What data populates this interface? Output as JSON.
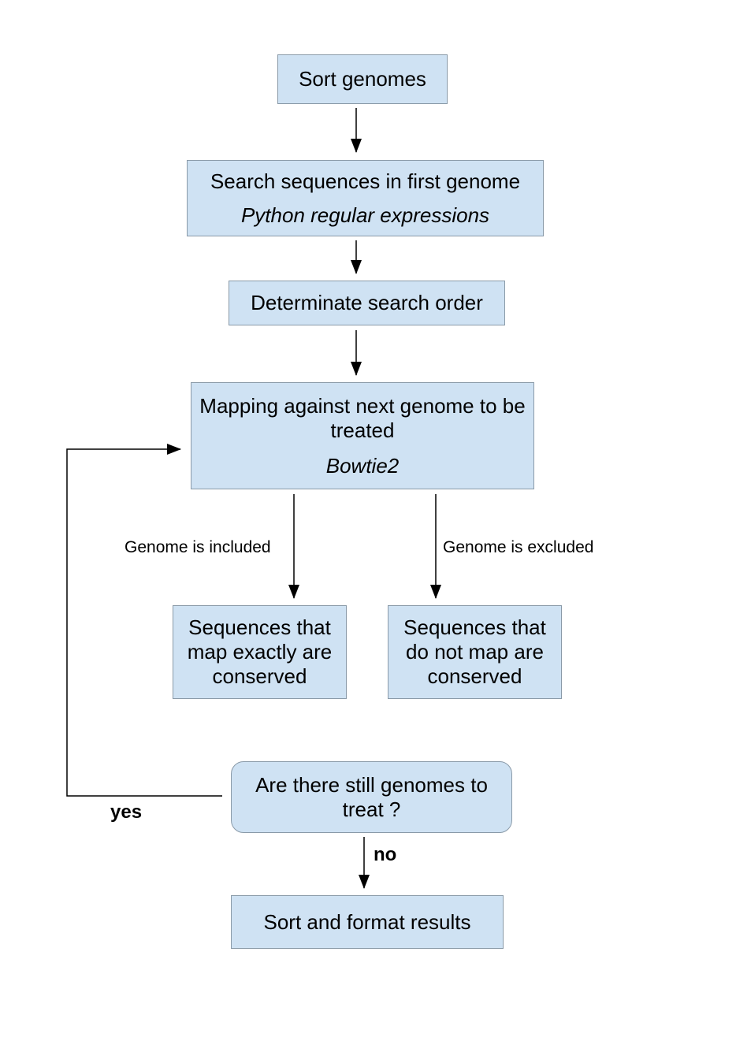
{
  "nodes": {
    "sort_genomes": {
      "title": "Sort genomes"
    },
    "search_sequences": {
      "title": "Search sequences in first genome",
      "subtitle": "Python regular expressions"
    },
    "determinate_order": {
      "title": "Determinate search order"
    },
    "mapping": {
      "title": "Mapping against next genome to be treated",
      "subtitle": "Bowtie2"
    },
    "included_result": {
      "title": "Sequences that map exactly are conserved"
    },
    "excluded_result": {
      "title": "Sequences that do not map are conserved"
    },
    "decision": {
      "title": "Are there still genomes to treat ?"
    },
    "sort_format": {
      "title": "Sort and format results"
    }
  },
  "edges": {
    "included_label": "Genome is included",
    "excluded_label": "Genome is excluded",
    "yes_label": "yes",
    "no_label": "no"
  }
}
